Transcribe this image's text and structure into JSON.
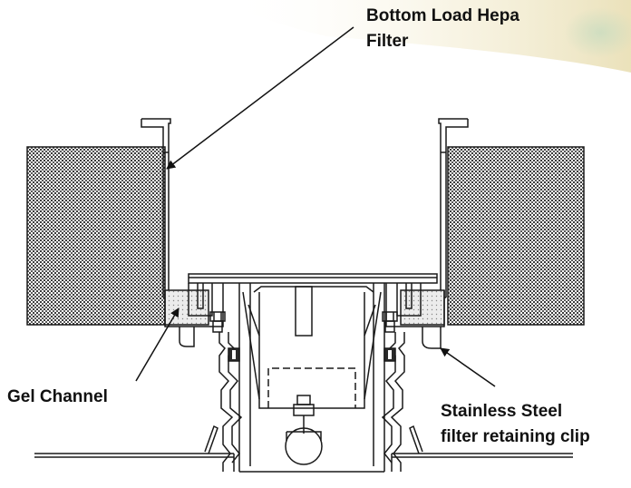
{
  "labels": {
    "hepa_line1": "Bottom Load Hepa",
    "hepa_line2": "Filter",
    "gel": "Gel Channel",
    "clip_line1": "Stainless Steel",
    "clip_line2": "filter retaining clip"
  },
  "colors": {
    "line": "#1a1a1a",
    "gel_fill": "#e9e9e9",
    "backdrop_tint": "#efe6c4",
    "backdrop_green": "#cfe0c6"
  }
}
